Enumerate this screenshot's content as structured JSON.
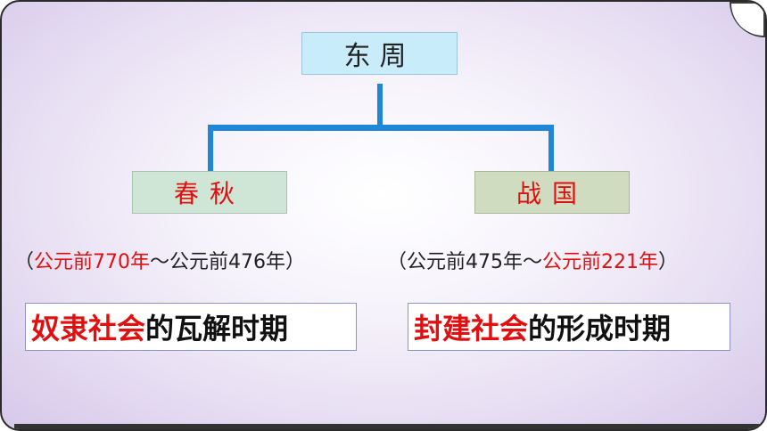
{
  "diagram": {
    "root": {
      "label": "东周"
    },
    "children": [
      {
        "label": "春秋",
        "period": {
          "open": "（",
          "start": "公元前770年",
          "sep": "～",
          "end": "公元前476年",
          "close": "）"
        },
        "summary": {
          "highlight": "奴隶社会",
          "rest": "的瓦解时期"
        }
      },
      {
        "label": "战国",
        "period": {
          "open": "（",
          "start": "公元前475年",
          "sep": "～",
          "end": "公元前221年",
          "close": "）"
        },
        "summary": {
          "highlight": "封建社会",
          "rest": "的形成时期"
        }
      }
    ]
  },
  "colors": {
    "connector": "#1f86d8",
    "highlight_text": "#e11010",
    "root_fill": "#c9ecfb",
    "left_fill": "#cfe6d6",
    "right_fill": "#cfdcbf"
  }
}
